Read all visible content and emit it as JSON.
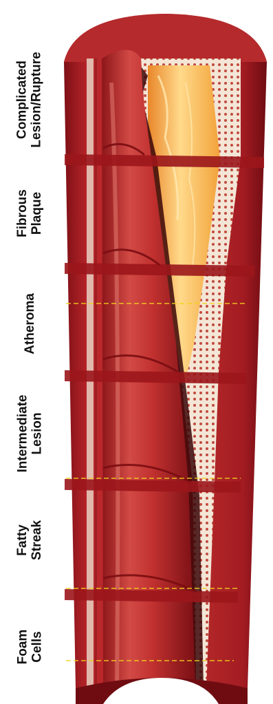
{
  "stages": [
    {
      "label": "Complicated\nLesion/Rupture"
    },
    {
      "label": "Fibrous\nPlaque"
    },
    {
      "label": "Atheroma"
    },
    {
      "label": "Intermediate\nLesion"
    },
    {
      "label": "Fatty\nStreak"
    },
    {
      "label": "Foam\nCells"
    }
  ],
  "colors": {
    "vessel_wall": "#b8252a",
    "vessel_dark": "#7e1016",
    "vessel_light": "#d24a45",
    "lumen": "#c0302f",
    "plaque_core": "#f2a23a",
    "plaque_light": "#ffd98a",
    "fibrous_cap": "#f4e6d6",
    "lipid_marker": "#f2d21a"
  }
}
